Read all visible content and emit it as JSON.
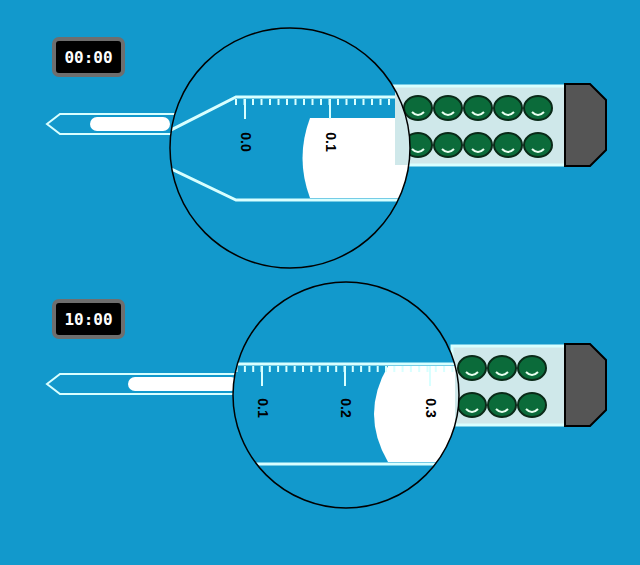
{
  "diagram": {
    "nodes": [
      {
        "text": [
          "00:00"
        ]
      },
      {
        "text": [
          "10:00"
        ]
      }
    ],
    "labels": [
      "0.0",
      "0.1",
      "0.1",
      "0.2",
      "0.3"
    ]
  }
}
